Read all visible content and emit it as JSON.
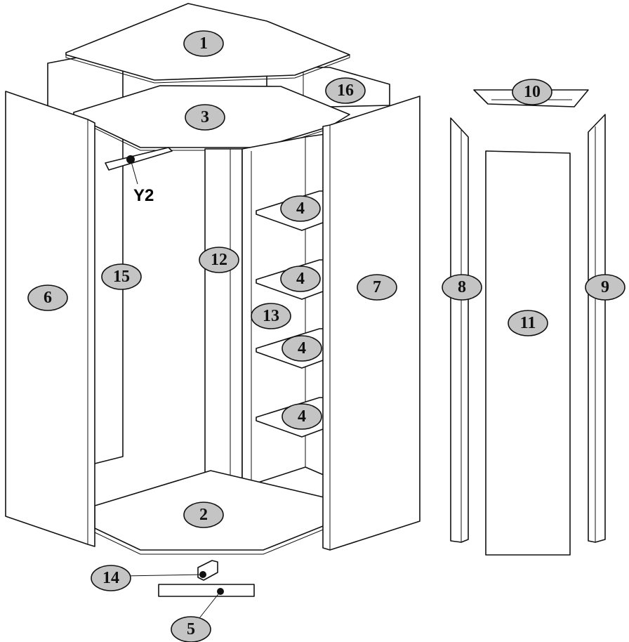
{
  "diagram": {
    "part_labels": {
      "top_panel": "1",
      "bottom_panel": "2",
      "inner_top": "3",
      "shelf_1": "4",
      "shelf_2": "4",
      "shelf_3": "4",
      "shelf_4": "4",
      "plinth": "5",
      "left_door": "6",
      "right_door": "7",
      "left_strip": "8",
      "right_strip": "9",
      "cornice": "10",
      "middle_door": "11",
      "partition": "12",
      "right_back": "13",
      "bracket": "14",
      "left_back": "15",
      "back_corner": "16"
    },
    "hardware_label": "Y2",
    "colors": {
      "badge_fill": "#c4c4c4",
      "line": "#111111",
      "background": "#ffffff"
    }
  }
}
